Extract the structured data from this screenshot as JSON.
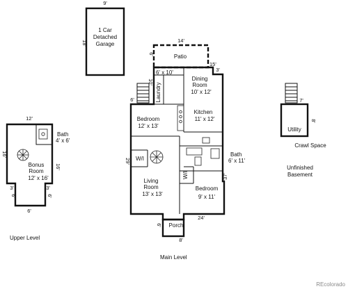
{
  "garage": {
    "top_dim": "9'",
    "side_dim": "18'",
    "line1": "1 Car",
    "line2": "Detached",
    "line3": "Garage"
  },
  "upper": {
    "top_dim": "12'",
    "left_dim": "16'",
    "right_dim": "16'",
    "left_small": "3'",
    "left_small2": "6'",
    "right_small": "3'",
    "right_small2": "6'",
    "bottom_dim": "6'",
    "bath_name": "Bath",
    "bath_size": "4' x 6'",
    "bonus_name1": "Bonus",
    "bonus_name2": "Room",
    "bonus_size": "12' x 16'",
    "level": "Upper Level"
  },
  "main": {
    "patio": "Patio",
    "patio_top": "14'",
    "patio_left": "6'",
    "patio_right": "15'",
    "d_3": "3'",
    "d_10": "10'",
    "d_6": "6'",
    "laundry_size": "6' x 10'",
    "laundry": "Laundry",
    "dining_name1": "Dining",
    "dining_name2": "Room",
    "dining_size": "10' x 12'",
    "kitchen": "Kitchen",
    "kitchen_size": "11' x 12'",
    "bed1": "Bedroom",
    "bed1_size": "12' x 13'",
    "wi": "W/I",
    "living1": "Living",
    "living2": "Room",
    "living_size": "13' x 13'",
    "bath": "Bath",
    "bath_size": "6' x 11'",
    "wi2": "W/I",
    "bed2": "Bedroom",
    "bed2_size": "9' x 11'",
    "left_dim": "29'",
    "right_dim": "37'",
    "bottom_right": "24'",
    "porch": "Porch",
    "porch_left": "6'",
    "porch_bottom": "8'",
    "level": "Main Level"
  },
  "crawl": {
    "top_dim": "7'",
    "side_dim": "8'",
    "utility": "Utility",
    "label": "Crawl Space"
  },
  "basement": {
    "line1": "Unfinished",
    "line2": "Basement"
  },
  "watermark": "REcolorado"
}
